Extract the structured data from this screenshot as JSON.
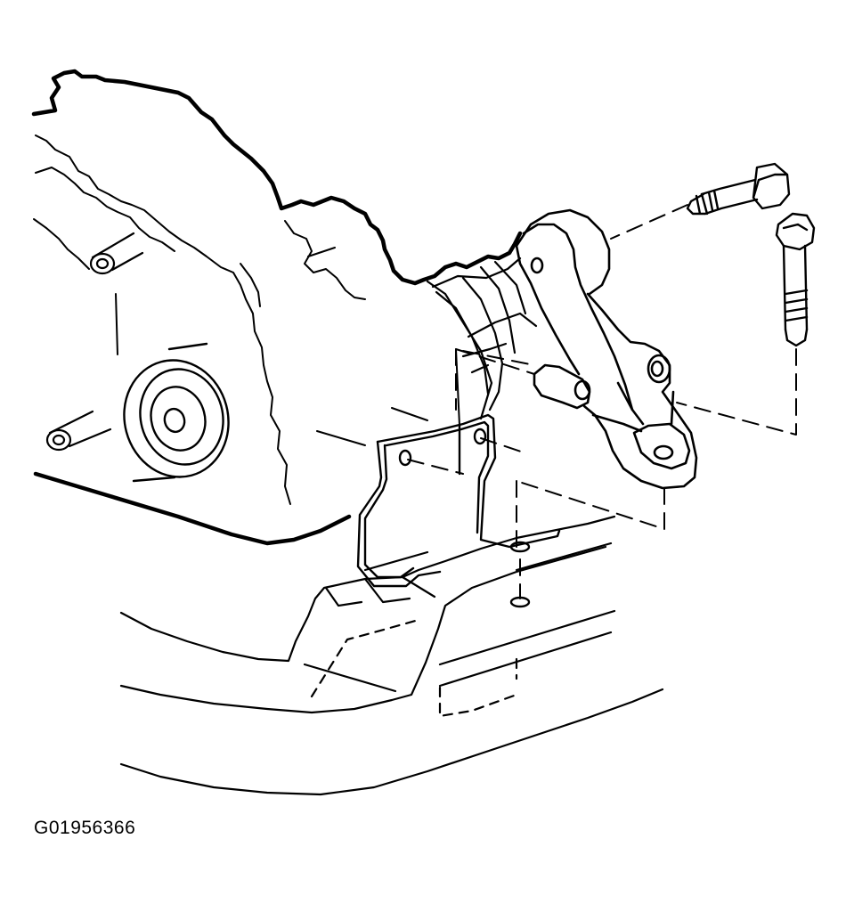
{
  "figure": {
    "figure_id": "G01956366",
    "parts": [
      "engine-front-cover",
      "engine-mount-bracket",
      "torque-strut-mount",
      "horizontal-mount-bolt",
      "vertical-mount-bolt",
      "frame-crossmember"
    ],
    "colors": {
      "ink": "#000000",
      "background": "#ffffff"
    }
  }
}
